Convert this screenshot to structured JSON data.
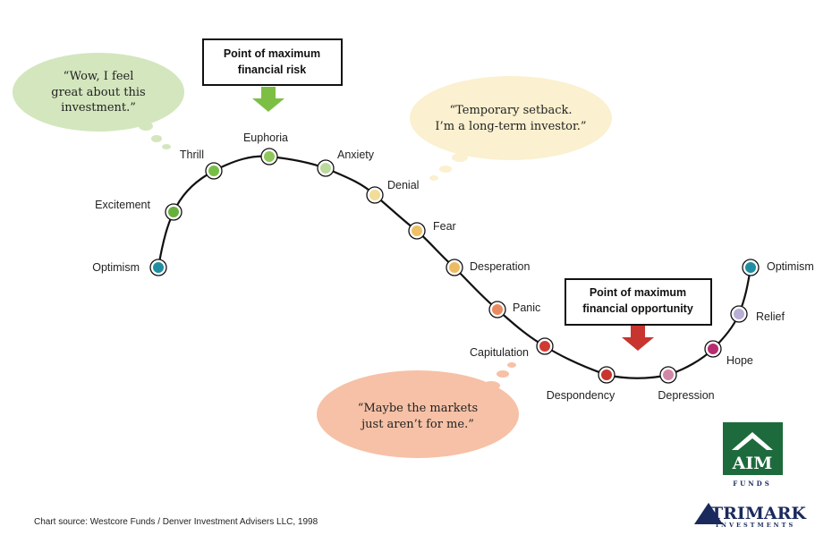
{
  "stages": [
    {
      "label": "Optimism",
      "color": "#1f8fa0"
    },
    {
      "label": "Excitement",
      "color": "#68b03c"
    },
    {
      "label": "Thrill",
      "color": "#78bd46"
    },
    {
      "label": "Euphoria",
      "color": "#8fc75a"
    },
    {
      "label": "Anxiety",
      "color": "#bcd99e"
    },
    {
      "label": "Denial",
      "color": "#f2dc98"
    },
    {
      "label": "Fear",
      "color": "#efc068"
    },
    {
      "label": "Desperation",
      "color": "#edbc62"
    },
    {
      "label": "Panic",
      "color": "#e88a60"
    },
    {
      "label": "Capitulation",
      "color": "#cf3b33"
    },
    {
      "label": "Despondency",
      "color": "#c8342e"
    },
    {
      "label": "Depression",
      "color": "#d287a8"
    },
    {
      "label": "Hope",
      "color": "#b82c72"
    },
    {
      "label": "Relief",
      "color": "#b9aed6"
    },
    {
      "label": "Optimism",
      "color": "#1f8fa0"
    }
  ],
  "risk_box": {
    "line1": "Point of maximum",
    "line2": "financial risk",
    "arrow_color": "#7dbf44"
  },
  "opportunity_box": {
    "line1": "Point of maximum",
    "line2": "financial opportunity",
    "arrow_color": "#c8342e"
  },
  "bubbles": {
    "wow": {
      "line1": "“Wow, I feel",
      "line2": "great about this",
      "line3": "investment.”",
      "color": "#d3e6bd"
    },
    "setback": {
      "line1": "“Temporary setback.",
      "line2": "I’m a long-term investor.”",
      "color": "#fbf0cf"
    },
    "maybe": {
      "line1": "“Maybe the markets",
      "line2": "just aren’t for me.”",
      "color": "#f6c1a6"
    }
  },
  "source": "Chart source: Westcore Funds / Denver Investment Advisers LLC, 1998",
  "logos": {
    "aim": "AIM",
    "aim_sub": "FUNDS",
    "trimark": "TRIMARK",
    "trimark_sub": "INVESTMENTS"
  },
  "colors": {
    "curve": "#111111",
    "logo_green": "#1d6b3c",
    "logo_navy": "#1b2a5c"
  }
}
